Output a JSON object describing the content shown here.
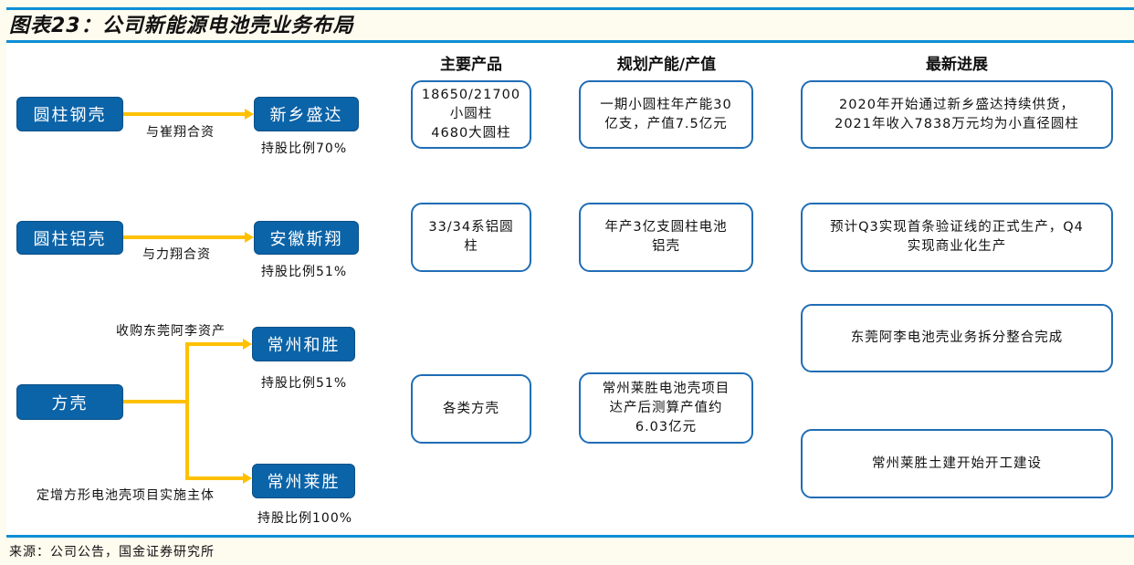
{
  "title": "图表23：公司新能源电池壳业务布局",
  "headers": {
    "products": "主要产品",
    "capacity": "规划产能/产值",
    "progress": "最新进展"
  },
  "rows": [
    {
      "segment": "圆柱钢壳",
      "relation": "与崔翔合资",
      "subsidiary": "新乡盛达",
      "stake": "持股比例70%",
      "product": "18650/21700\n小圆柱\n4680大圆柱",
      "capacity": "一期小圆柱年产能30\n亿支，产值7.5亿元",
      "progress": "2020年开始通过新乡盛达持续供货，\n2021年收入7838万元均为小直径圆柱"
    },
    {
      "segment": "圆柱铝壳",
      "relation": "与力翔合资",
      "subsidiary": "安徽斯翔",
      "stake": "持股比例51%",
      "product": "33/34系铝圆\n柱",
      "capacity": "年产3亿支圆柱电池\n铝壳",
      "progress": "预计Q3实现首条验证线的正式生产，Q4\n实现商业化生产"
    },
    {
      "segment": "方壳",
      "product": "各类方壳",
      "capacity": "常州莱胜电池壳项目\n达产后测算产值约\n6.03亿元",
      "branches": [
        {
          "relation": "收购东莞阿李资产",
          "subsidiary": "常州和胜",
          "stake": "持股比例51%",
          "progress": "东莞阿李电池壳业务拆分整合完成"
        },
        {
          "relation": "定增方形电池壳项目实施主体",
          "subsidiary": "常州莱胜",
          "stake": "持股比例100%",
          "progress": "常州莱胜土建开始开工建设"
        }
      ]
    }
  ],
  "source": "来源：公司公告，国金证券研究所",
  "colors": {
    "box_blue": "#0b63a8",
    "arrow": "#ffc000",
    "rule": "#0d8fd6"
  }
}
